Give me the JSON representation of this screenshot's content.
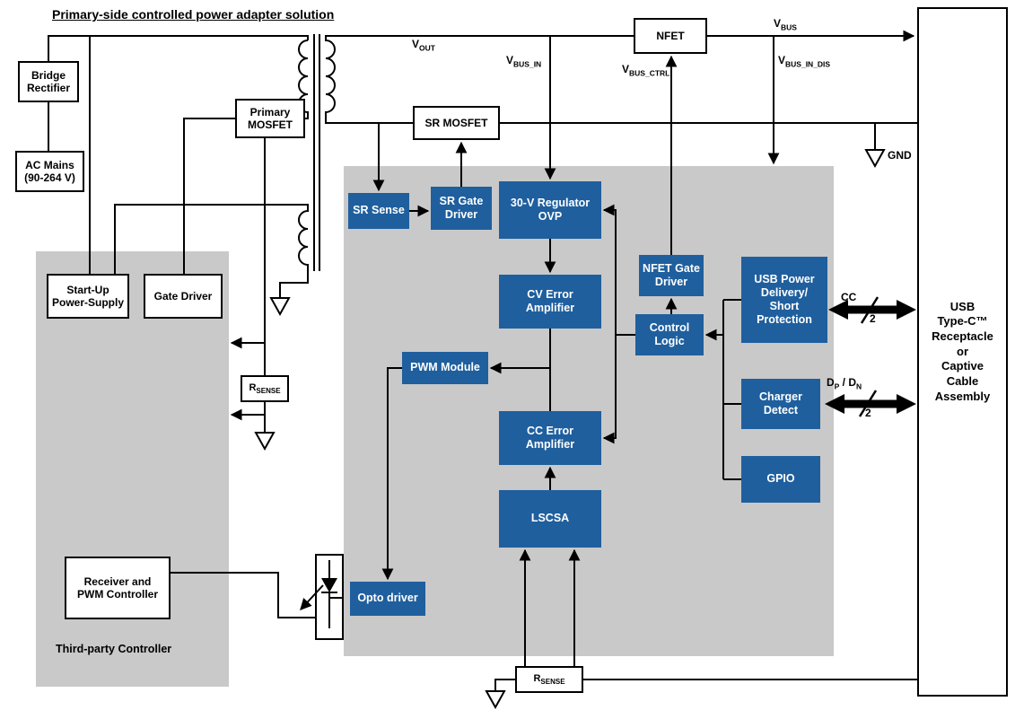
{
  "title": "Primary-side controlled power adapter solution",
  "colors": {
    "block_blue": "#1f5f9e",
    "panel_gray": "#c9c9c9"
  },
  "panels": {
    "third_party_label": "Third-party Controller"
  },
  "blocks": {
    "bridge_rectifier": "Bridge\nRectifier",
    "ac_mains": "AC Mains\n(90-264 V)",
    "primary_mosfet": "Primary\nMOSFET",
    "sr_mosfet": "SR MOSFET",
    "nfet": "NFET",
    "startup_power_supply": "Start-Up\nPower-Supply",
    "gate_driver": "Gate Driver",
    "receiver_pwm": "Receiver and\nPWM Controller",
    "sr_sense": "SR Sense",
    "sr_gate_driver": "SR Gate\nDriver",
    "regulator_ovp": "30-V Regulator\nOVP",
    "cv_error_amp": "CV Error\nAmplifier",
    "nfet_gate_driver": "NFET Gate\nDriver",
    "control_logic": "Control\nLogic",
    "usb_pd": "USB Power\nDelivery/\nShort\nProtection",
    "pwm_module": "PWM Module",
    "cc_error_amp": "CC Error\nAmplifier",
    "charger_detect": "Charger\nDetect",
    "gpio": "GPIO",
    "lscsa": "LSCSA",
    "opto_driver": "Opto driver",
    "usb_typec": "USB\nType-C™\nReceptacle\nor\nCaptive\nCable\nAssembly"
  },
  "net_labels": {
    "vout": {
      "main": "V",
      "sub": "OUT"
    },
    "vbus_in": {
      "main": "V",
      "sub": "BUS_IN"
    },
    "vbus_ctrl": {
      "main": "V",
      "sub": "BUS_CTRL"
    },
    "vbus": {
      "main": "V",
      "sub": "BUS"
    },
    "vbus_in_dis": {
      "main": "V",
      "sub": "BUS_IN_DIS"
    },
    "gnd": "GND",
    "rsense_primary": {
      "main": "R",
      "sub": "SENSE"
    },
    "rsense_secondary": {
      "main": "R",
      "sub": "SENSE"
    },
    "cc_bus": {
      "label": "CC",
      "width": "2"
    },
    "data_bus": {
      "d1": "D",
      "d1_sub": "P",
      "d2": " / D",
      "d2_sub": "N",
      "width": "2"
    }
  }
}
